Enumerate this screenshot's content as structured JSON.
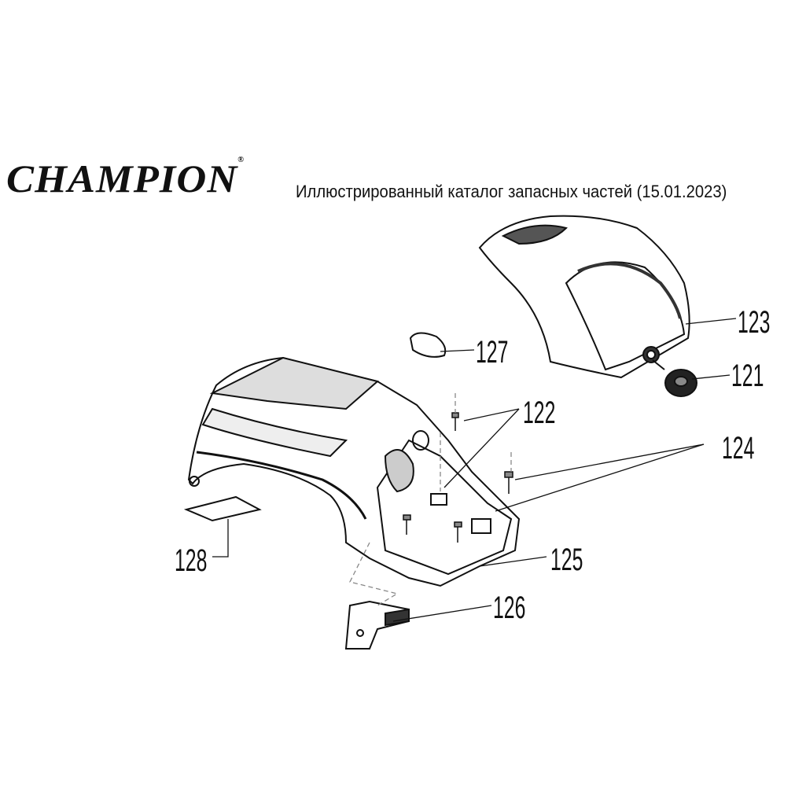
{
  "header": {
    "brand": "CHAMPION",
    "brand_mark": "®",
    "title": "Иллюстрированный каталог запасных частей (15.01.2023)"
  },
  "diagram": {
    "part_labels": [
      "121",
      "122",
      "123",
      "124",
      "125",
      "126",
      "127",
      "128"
    ]
  }
}
